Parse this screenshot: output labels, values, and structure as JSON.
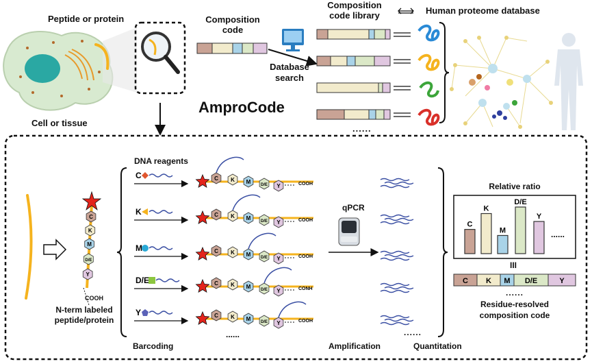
{
  "top": {
    "peptide_label": "Peptide or protein",
    "cell_label": "Cell or tissue",
    "composition_code_label": [
      "Composition",
      "code"
    ],
    "database_search_label": [
      "Database",
      "search"
    ],
    "library_label": [
      "Composition",
      "code library"
    ],
    "human_db_label": "Human proteome database",
    "brand_label": "AmproCode",
    "library_ellipsis": "......"
  },
  "bottom": {
    "dna_reagents_label": "DNA reagents",
    "reagents": [
      "C",
      "K",
      "M",
      "D/E",
      "Y"
    ],
    "chain_residues": [
      "C",
      "K",
      "M",
      "D/E",
      "Y"
    ],
    "chain_ends": [
      "COOH",
      "COOH",
      "COOH",
      "CONH",
      "COOH"
    ],
    "cooh_label": "COOH",
    "nterm_label": [
      "N-term labeled",
      "peptide/protein"
    ],
    "qpcr_label": "qPCR",
    "barcoding_label": "Barcoding",
    "amplification_label": "Amplification",
    "quantitation_label": "Quantitation",
    "relative_ratio_label": "Relative ratio",
    "equiv_label": "III",
    "residue_label": [
      "Residue-resolved",
      "composition code"
    ],
    "ellipsis": "......"
  },
  "chart_data": {
    "type": "bar",
    "title": "Relative ratio",
    "categories": [
      "C",
      "K",
      "M",
      "D/E",
      "Y"
    ],
    "values": [
      0.52,
      0.86,
      0.39,
      1.0,
      0.69
    ],
    "colors": [
      "#c9a395",
      "#f2ebcc",
      "#a9d3e8",
      "#dbe8c7",
      "#e0c7e0"
    ]
  },
  "colors": {
    "C": "#c9a395",
    "K": "#f2ebcc",
    "M": "#a9d3e8",
    "DE": "#dbe8c7",
    "Y": "#e0c7e0",
    "chain": "#f5b31e",
    "dna": "#3a4fa3",
    "star": "#e3241b"
  }
}
